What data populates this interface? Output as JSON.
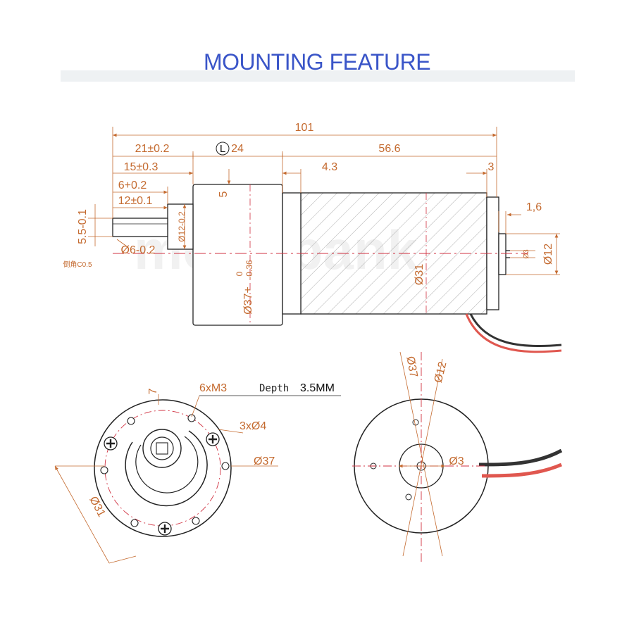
{
  "title": "MOUNTING FEATURE",
  "side_view": {
    "overall_length": "101",
    "gearbox_length": "21±0.2",
    "l_symbol": "L",
    "l_value": "24",
    "motor_length": "56.6",
    "shaft_length": "15±0.3",
    "step_length": "4.3",
    "rear_boss": "3",
    "flat_length": "6+0.2",
    "collar_length": "12±0.1",
    "collar_offset": "5",
    "flat_height": "5.5-0.1",
    "shaft_dia": "Ø6-0.2",
    "chamfer_note": "倒角C0.5",
    "collar_dia": "Ø12-0.2",
    "gearbox_dia_main": "Ø37+",
    "gearbox_dia_tol_top": "0",
    "gearbox_dia_tol_bot": "-0.36",
    "motor_dia": "Ø31",
    "rear_thickness": "1,6",
    "rear_shaft_dia": "Ø3",
    "rear_boss_dia": "Ø12"
  },
  "front_view": {
    "angle": "7",
    "thread_holes": "6xM3",
    "depth_label": "Depth",
    "depth_value": "3.5MM",
    "through_holes": "3xØ4",
    "outer_dia": "Ø37",
    "pitch_dia": "Ø31"
  },
  "rear_view": {
    "outer_dia": "Ø37",
    "boss_dia": "Ø12",
    "shaft_dia": "Ø3"
  },
  "colors": {
    "title": "#3a55c8",
    "dimension": "#c46a2f",
    "centerline": "#d03040",
    "outline": "#222222",
    "wire_red": "#e0574f",
    "wire_black": "#333333"
  }
}
